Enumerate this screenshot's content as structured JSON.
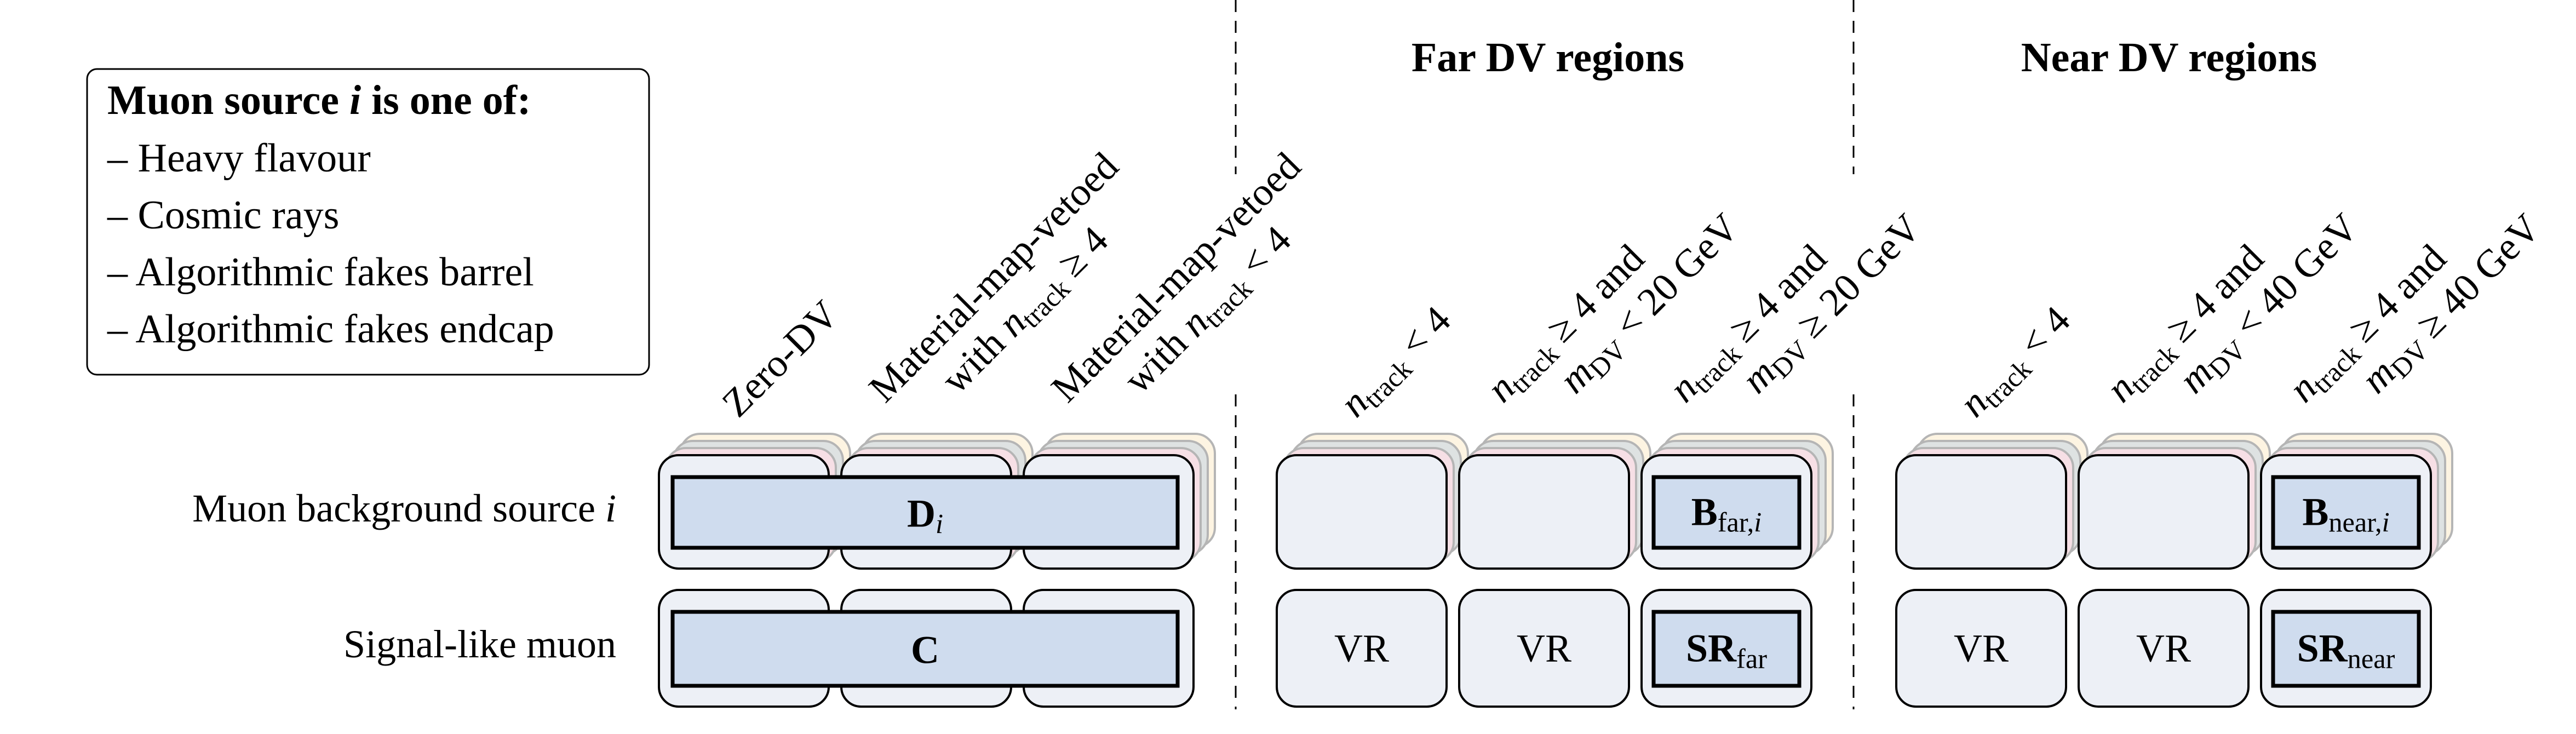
{
  "legend": {
    "title": [
      {
        "t": "Muon source ",
        "st": "b"
      },
      {
        "t": "i",
        "st": "bi"
      },
      {
        "t": " is one of:",
        "st": "b"
      }
    ],
    "items": [
      "– Heavy flavour",
      "– Cosmic rays",
      "– Algorithmic fakes barrel",
      "– Algorithmic fakes endcap"
    ]
  },
  "headers": {
    "far": "Far DV regions",
    "near": "Near DV regions"
  },
  "rows": [
    {
      "label": [
        {
          "t": "Muon background source "
        },
        {
          "t": "i",
          "st": "i"
        }
      ]
    },
    {
      "label": [
        {
          "t": "Signal-like muon"
        }
      ]
    }
  ],
  "columns": [
    {
      "group": "control",
      "lines": [
        [
          {
            "t": "Zero-DV"
          }
        ]
      ]
    },
    {
      "group": "control",
      "lines": [
        [
          {
            "t": "Material-map-vetoed"
          }
        ],
        [
          {
            "t": "with "
          },
          {
            "t": "n",
            "st": "i"
          },
          {
            "t": "track",
            "st": "sub"
          },
          {
            "t": " ≥ 4"
          }
        ]
      ]
    },
    {
      "group": "control",
      "lines": [
        [
          {
            "t": "Material-map-vetoed"
          }
        ],
        [
          {
            "t": "with "
          },
          {
            "t": "n",
            "st": "i"
          },
          {
            "t": "track",
            "st": "sub"
          },
          {
            "t": " < 4"
          }
        ]
      ]
    },
    {
      "group": "far",
      "lines": [
        [
          {
            "t": "n",
            "st": "i"
          },
          {
            "t": "track",
            "st": "sub"
          },
          {
            "t": " < 4"
          }
        ]
      ]
    },
    {
      "group": "far",
      "lines": [
        [
          {
            "t": "n",
            "st": "i"
          },
          {
            "t": "track",
            "st": "sub"
          },
          {
            "t": " ≥ 4 and"
          }
        ],
        [
          {
            "t": "m",
            "st": "i"
          },
          {
            "t": "DV",
            "st": "sub"
          },
          {
            "t": " < 20 GeV"
          }
        ]
      ]
    },
    {
      "group": "far",
      "lines": [
        [
          {
            "t": "n",
            "st": "i"
          },
          {
            "t": "track",
            "st": "sub"
          },
          {
            "t": " ≥ 4 and"
          }
        ],
        [
          {
            "t": "m",
            "st": "i"
          },
          {
            "t": "DV",
            "st": "sub"
          },
          {
            "t": " ≥ 20 GeV"
          }
        ]
      ]
    },
    {
      "group": "near",
      "lines": [
        [
          {
            "t": "n",
            "st": "i"
          },
          {
            "t": "track",
            "st": "sub"
          },
          {
            "t": " < 4"
          }
        ]
      ]
    },
    {
      "group": "near",
      "lines": [
        [
          {
            "t": "n",
            "st": "i"
          },
          {
            "t": "track",
            "st": "sub"
          },
          {
            "t": " ≥ 4 and"
          }
        ],
        [
          {
            "t": "m",
            "st": "i"
          },
          {
            "t": "DV",
            "st": "sub"
          },
          {
            "t": " < 40 GeV"
          }
        ]
      ]
    },
    {
      "group": "near",
      "lines": [
        [
          {
            "t": "n",
            "st": "i"
          },
          {
            "t": "track",
            "st": "sub"
          },
          {
            "t": " ≥ 4 and"
          }
        ],
        [
          {
            "t": "m",
            "st": "i"
          },
          {
            "t": "DV",
            "st": "sub"
          },
          {
            "t": " ≥ 40 GeV"
          }
        ]
      ]
    }
  ],
  "cells": {
    "background": {
      "control_span": [
        {
          "t": "D",
          "st": "b"
        },
        {
          "t": "i",
          "st": "subi"
        }
      ],
      "far": [
        null,
        null,
        [
          {
            "t": "B",
            "st": "b"
          },
          {
            "t": "far,",
            "st": "sub"
          },
          {
            "t": "i",
            "st": "subi"
          }
        ]
      ],
      "near": [
        null,
        null,
        [
          {
            "t": "B",
            "st": "b"
          },
          {
            "t": "near,",
            "st": "sub"
          },
          {
            "t": "i",
            "st": "subi"
          }
        ]
      ]
    },
    "signal": {
      "control_span": [
        {
          "t": "C",
          "st": "b"
        }
      ],
      "far": [
        [
          {
            "t": "VR"
          }
        ],
        [
          {
            "t": "VR"
          }
        ],
        [
          {
            "t": "SR",
            "st": "b"
          },
          {
            "t": "far",
            "st": "sub"
          }
        ]
      ],
      "near": [
        [
          {
            "t": "VR"
          }
        ],
        [
          {
            "t": "VR"
          }
        ],
        [
          {
            "t": "SR",
            "st": "b"
          },
          {
            "t": "near",
            "st": "sub"
          }
        ]
      ]
    }
  },
  "colors": {
    "box_fill": "#edf0f6",
    "highlight_fill": "#cfdcee",
    "stack_layers": [
      "#f6dfe5",
      "#dee2e2",
      "#fdf4e2"
    ]
  }
}
